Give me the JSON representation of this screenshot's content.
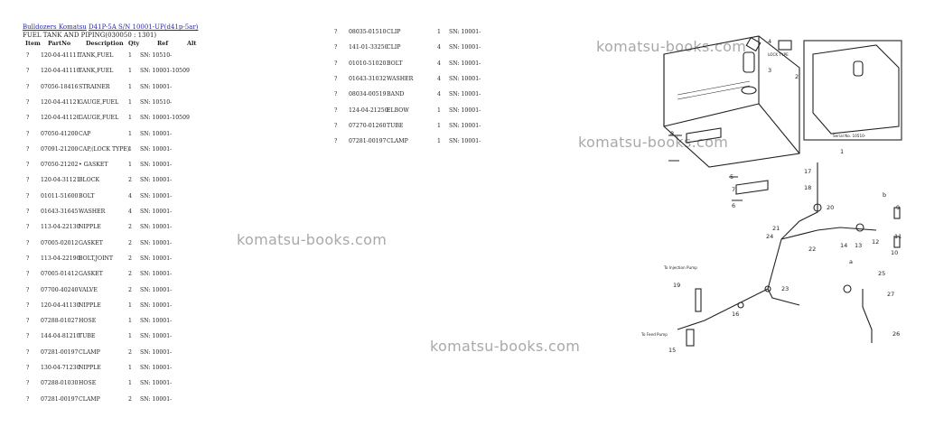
{
  "header": {
    "breadcrumb": [
      "Bulldozers Komatsu",
      "D41P-5A S/N 10001-UP(d41p-5ar)"
    ],
    "subtitle": "FUEL TANK AND PIPING(030050 : 1301)"
  },
  "columns": [
    "Item",
    "PartNo",
    "Description",
    "Qty",
    "Ref",
    "Alt"
  ],
  "left_rows": [
    [
      "?",
      "120-04-41111",
      "TANK,FUEL",
      "1",
      "SN: 10510-"
    ],
    [
      "?",
      "120-04-41110",
      "TANK,FUEL",
      "1",
      "SN: 10001-10509"
    ],
    [
      "?",
      "07056-18416",
      "STRAINER",
      "1",
      "SN: 10001-"
    ],
    [
      "?",
      "120-04-41121",
      "GAUGE,FUEL",
      "1",
      "SN: 10510-"
    ],
    [
      "?",
      "120-04-41120",
      "GAUGE,FUEL",
      "1",
      "SN: 10001-10509"
    ],
    [
      "?",
      "07050-41200",
      "CAP",
      "1",
      "SN: 10001-"
    ],
    [
      "?",
      "07091-21200",
      "CAP,(LOCK TYPE)",
      "1",
      "SN: 10001-"
    ],
    [
      "?",
      "07050-21202",
      "• GASKET",
      "1",
      "SN: 10001-"
    ],
    [
      "?",
      "120-04-31121",
      "BLOCK",
      "2",
      "SN: 10001-"
    ],
    [
      "?",
      "01011-51600",
      "BOLT",
      "4",
      "SN: 10001-"
    ],
    [
      "?",
      "01643-31645",
      "WASHER",
      "4",
      "SN: 10001-"
    ],
    [
      "?",
      "113-04-22130",
      "NIPPLE",
      "2",
      "SN: 10001-"
    ],
    [
      "?",
      "07005-02012",
      "GASKET",
      "2",
      "SN: 10001-"
    ],
    [
      "?",
      "113-04-22190",
      "BOLT,JOINT",
      "2",
      "SN: 10001-"
    ],
    [
      "?",
      "07005-01412",
      "GASKET",
      "2",
      "SN: 10001-"
    ],
    [
      "?",
      "07700-40240",
      "VALVE",
      "2",
      "SN: 10001-"
    ],
    [
      "?",
      "120-04-41130",
      "NIPPLE",
      "1",
      "SN: 10001-"
    ],
    [
      "?",
      "07288-01027",
      "HOSE",
      "1",
      "SN: 10001-"
    ],
    [
      "?",
      "144-04-81210",
      "TUBE",
      "1",
      "SN: 10001-"
    ],
    [
      "?",
      "07281-00197",
      "CLAMP",
      "2",
      "SN: 10001-"
    ],
    [
      "?",
      "130-04-71230",
      "NIPPLE",
      "1",
      "SN: 10001-"
    ],
    [
      "?",
      "07288-01030",
      "HOSE",
      "1",
      "SN: 10001-"
    ],
    [
      "?",
      "07281-00197",
      "CLAMP",
      "2",
      "SN: 10001-"
    ]
  ],
  "right_rows": [
    [
      "?",
      "08035-01510",
      "CLIP",
      "1",
      "SN: 10001-"
    ],
    [
      "?",
      "141-01-33250",
      "CLIP",
      "4",
      "SN: 10001-"
    ],
    [
      "?",
      "01010-51020",
      "BOLT",
      "4",
      "SN: 10001-"
    ],
    [
      "?",
      "01643-31032",
      "WASHER",
      "4",
      "SN: 10001-"
    ],
    [
      "?",
      "08034-00519",
      "BAND",
      "4",
      "SN: 10001-"
    ],
    [
      "?",
      "124-04-21250",
      "ELBOW",
      "1",
      "SN: 10001-"
    ],
    [
      "?",
      "07270-01260",
      "TUBE",
      "1",
      "SN: 10001-"
    ],
    [
      "?",
      "07281-00197",
      "CLAMP",
      "1",
      "SN: 10001-"
    ]
  ],
  "watermark": "komatsu-books.com",
  "diagram": {
    "callouts": [
      "1",
      "2",
      "3",
      "4",
      "5",
      "6",
      "7",
      "8",
      "9",
      "10",
      "11",
      "12",
      "13",
      "14",
      "15",
      "16",
      "17",
      "18",
      "19",
      "20",
      "21",
      "22",
      "23",
      "24",
      "25",
      "26",
      "27",
      "a",
      "b"
    ],
    "notes": [
      "LOCK TYPE",
      "Serial No. 10510-",
      "To Injection Pump",
      "To Feed Pump"
    ]
  }
}
